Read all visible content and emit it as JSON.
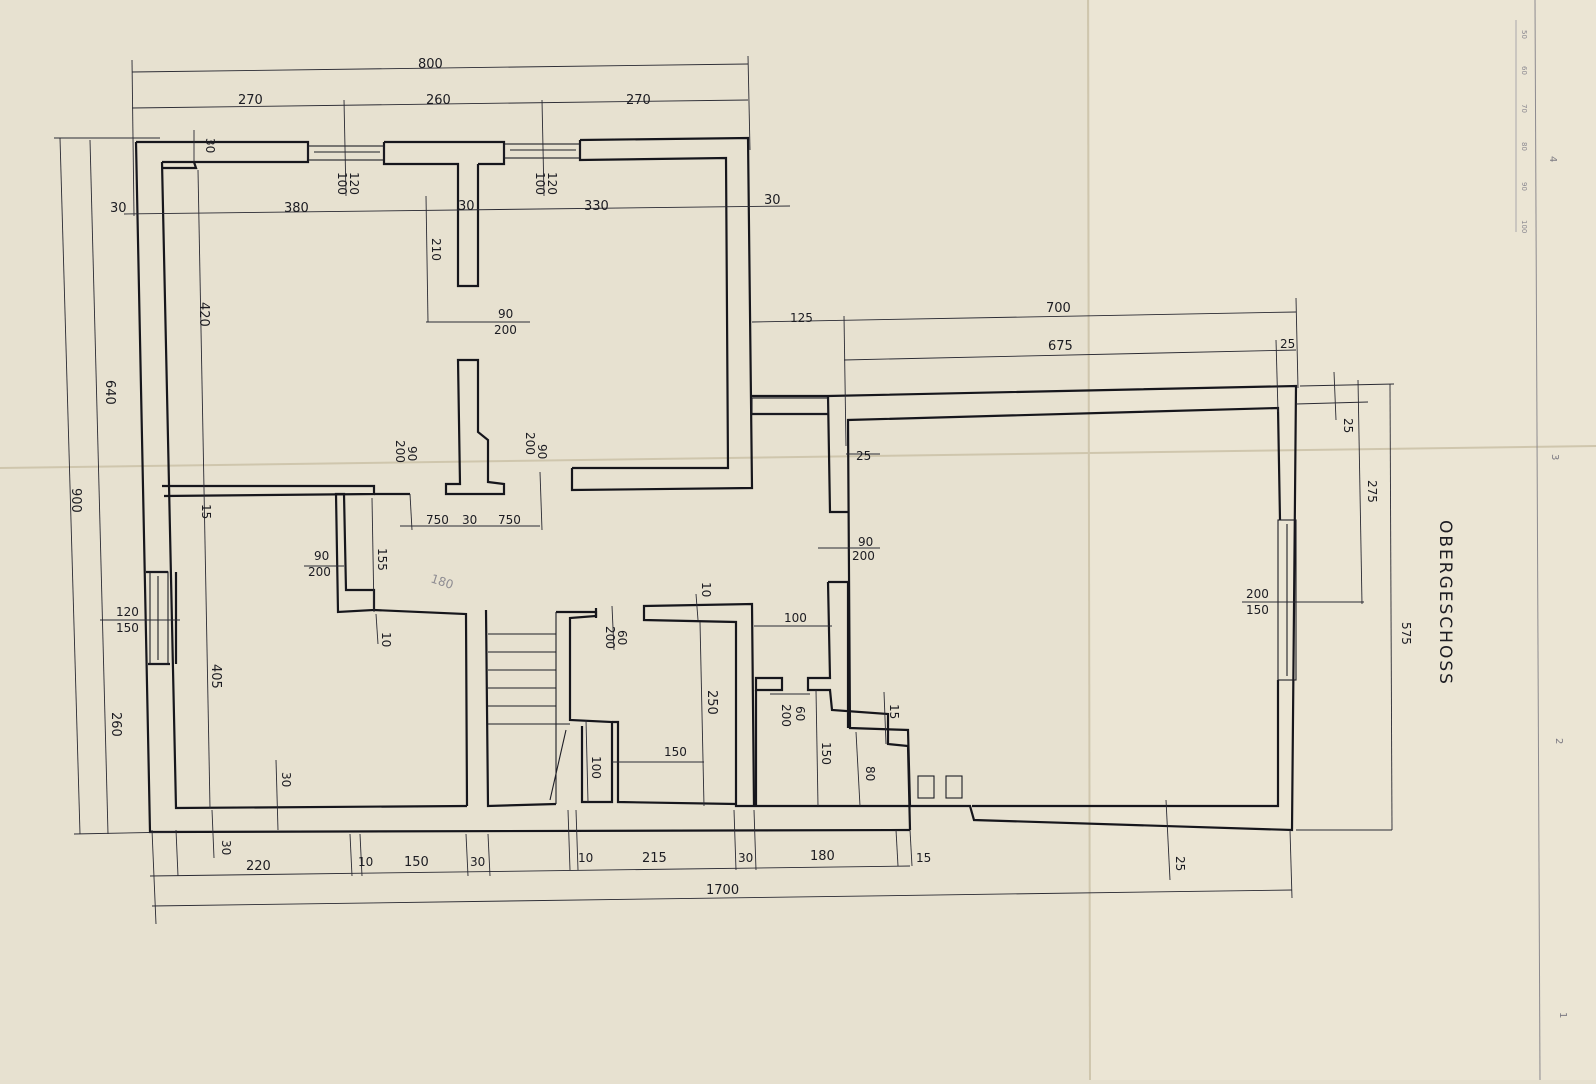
{
  "plan": {
    "title": "OBERGESCHOSS",
    "overall": {
      "width": "800",
      "length": "1700",
      "depth": "900",
      "side": "640"
    },
    "top_segments": [
      "270",
      "260",
      "270"
    ],
    "wall_30": "30",
    "wall_25": "25",
    "room_widths": {
      "left": "380",
      "right": "330"
    },
    "top_window": {
      "w": "100",
      "h": "120"
    },
    "inner_wall": {
      "h210": "210",
      "h420": "420"
    },
    "door_90": {
      "w": "90",
      "h": "200"
    },
    "door_60": {
      "w": "60",
      "h": "200"
    },
    "door_750": "750",
    "left_window": {
      "w": "120",
      "h": "150"
    },
    "h405": "405",
    "h260": "260",
    "h155": "155",
    "h15": "15",
    "h10": "10",
    "annex": {
      "d125": "125",
      "d700": "700",
      "d675": "675",
      "d275": "275",
      "d575": "575"
    },
    "annex_window": {
      "w": "200",
      "h": "150"
    },
    "d100": "100",
    "d250": "250",
    "d150": "150",
    "d80": "80",
    "d215": "215",
    "d180": "180",
    "d220": "220",
    "pencil_note": "180",
    "edge_scale": [
      "50",
      "60",
      "70",
      "80",
      "90",
      "100"
    ],
    "edge_marks": [
      "4",
      "3",
      "2",
      "1"
    ]
  }
}
